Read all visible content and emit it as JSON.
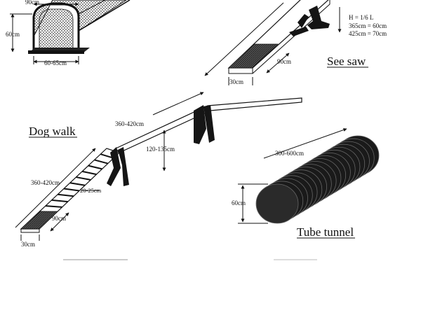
{
  "hoop_tunnel": {
    "width_top": "90cm",
    "height": "60cm",
    "base_width": "60-65cm"
  },
  "see_saw": {
    "title": "See saw",
    "formula_h": "H = 1/6 L",
    "formula_1": "365cm = 60cm",
    "formula_2": "425cm = 70cm",
    "contact": "90cm",
    "plank_width": "30cm"
  },
  "dog_walk": {
    "title": "Dog walk",
    "top_length": "360-420cm",
    "ramp_length": "360-420cm",
    "height": "120-135cm",
    "slat_spacing": "20-25cm",
    "contact": "90cm",
    "plank_width": "30cm"
  },
  "tube_tunnel": {
    "title": "Tube tunnel",
    "length": "300-600cm",
    "diameter": "60cm"
  }
}
